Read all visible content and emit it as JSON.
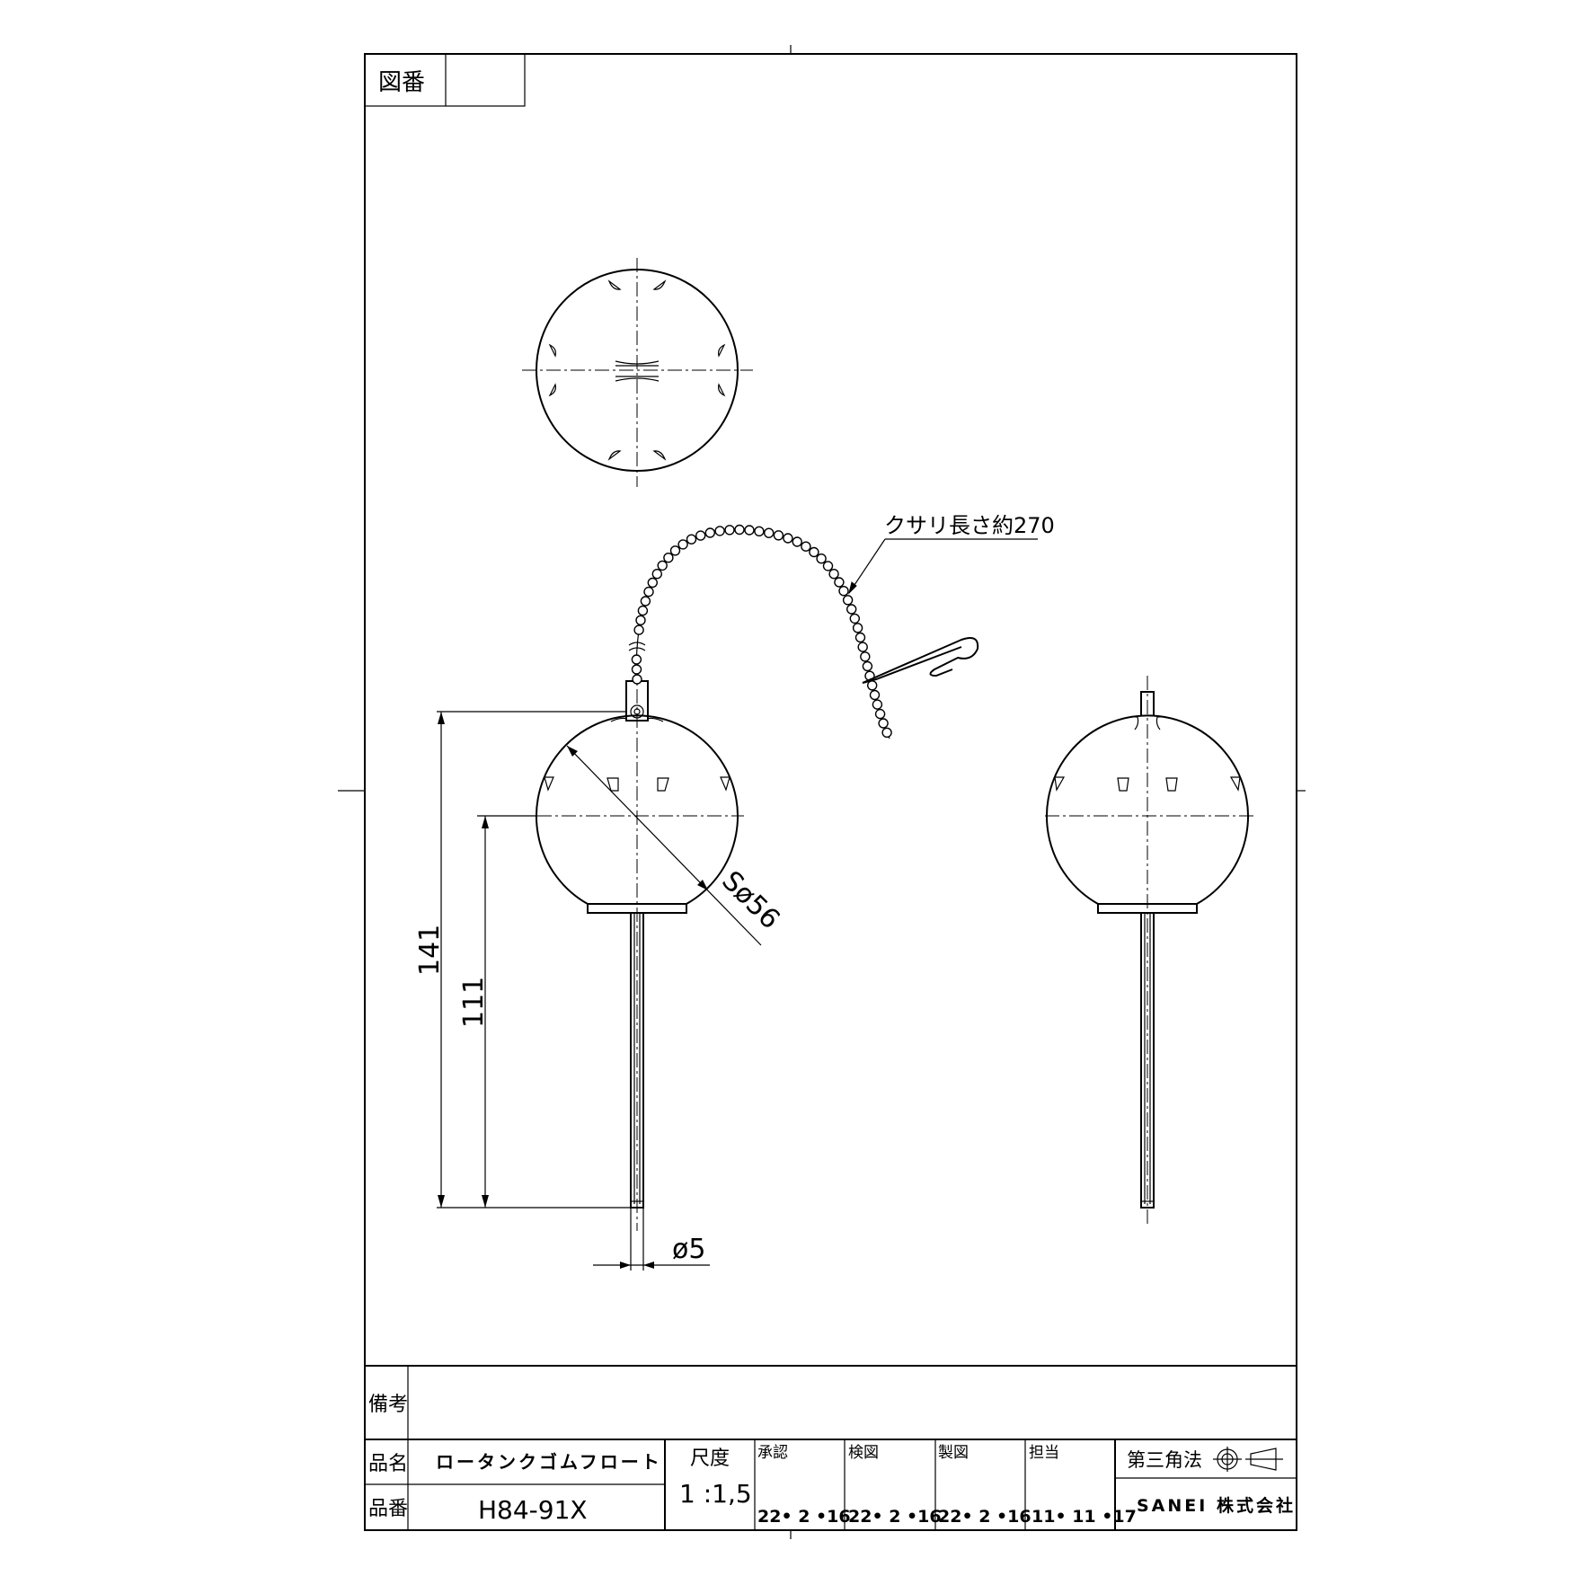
{
  "title_block": {
    "drawing_number_label": "図番",
    "drawing_number_value": "",
    "remarks_label": "備考",
    "remarks_value": "",
    "product_name_label": "品名",
    "product_name": "ロータンクゴムフロート",
    "product_number_label": "品番",
    "product_number": "H84-91X",
    "scale_label": "尺度",
    "scale_value": "1 :1,5",
    "approval_label": "承認",
    "approval_date": "22• 2 •16",
    "check_label": "検図",
    "check_date": "22• 2 •16",
    "drafting_label": "製図",
    "drafting_date": "22• 2 •16",
    "responsible_label": "担当",
    "responsible_date": "11• 11 •17",
    "projection_label": "第三角法",
    "company": "SANEI 株式会社"
  },
  "dimensions": {
    "chain_length": "クサリ長さ約270",
    "overall_height": "141",
    "stem_height": "111",
    "sphere_diameter": "Sø56",
    "stem_diameter": "ø5"
  }
}
